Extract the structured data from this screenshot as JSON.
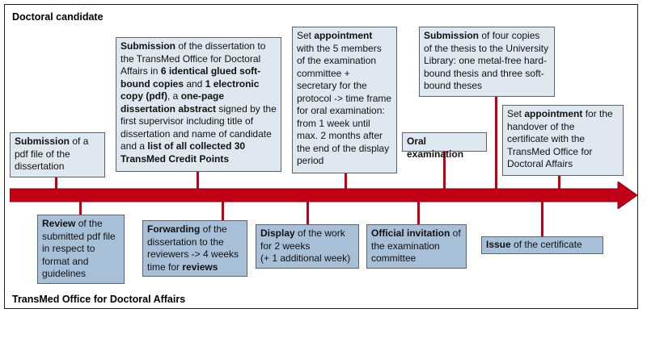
{
  "lanes": {
    "top": "Doctoral  candidate",
    "bottom": "TransMed  Office for Doctoral  Affairs"
  },
  "colors": {
    "arrow": "#c00017",
    "top_box": "#dfe8f1",
    "bottom_box": "#a8bfd8"
  },
  "top_steps": [
    {
      "bold": "Submission",
      "text": " of a pdf file of the dissertation"
    },
    {
      "bold": "Submission",
      "text": " of the dissertation to the TransMed Office for Doctoral Affairs in ",
      "b2": "6 identical glued soft-bound copies",
      "t2": " and ",
      "b3": "1 electronic copy (pdf)",
      "t3": ", a ",
      "b4": "one-page dissertation abstract",
      "t4": " signed by the first supervisor including title of dissertation and name of candidate and a ",
      "b5": "list of all collected 30 TransMed Credit Points"
    },
    {
      "text0": "Set ",
      "bold": "appointment",
      "text": " with the 5 members of the examination committee + secretary for the protocol -> time frame for oral examination: from 1 week until max. 2 months after the end of the display period"
    },
    {
      "bold": "Oral examination"
    },
    {
      "bold": "Submission",
      "text": " of four copies of the thesis to the University Library: one metal-free hard-bound thesis and three soft-bound theses"
    },
    {
      "text0": "Set ",
      "bold": "appointment",
      "text": " for the handover of the certificate with the TransMed Office for Doctoral Affairs"
    }
  ],
  "bottom_steps": [
    {
      "bold": "Review",
      "text": " of the submitted pdf file in respect to format and guidelines"
    },
    {
      "bold": "Forwarding",
      "text": " of the dissertation to the reviewers -> 4 weeks time for ",
      "b2": "reviews"
    },
    {
      "bold": "Display",
      "text": " of the work for 2 weeks",
      "line2": "(+ 1 additional week)"
    },
    {
      "bold": "Official invitation",
      "text": " of the examination committee"
    },
    {
      "bold": "Issue",
      "text": " of the certificate"
    }
  ]
}
